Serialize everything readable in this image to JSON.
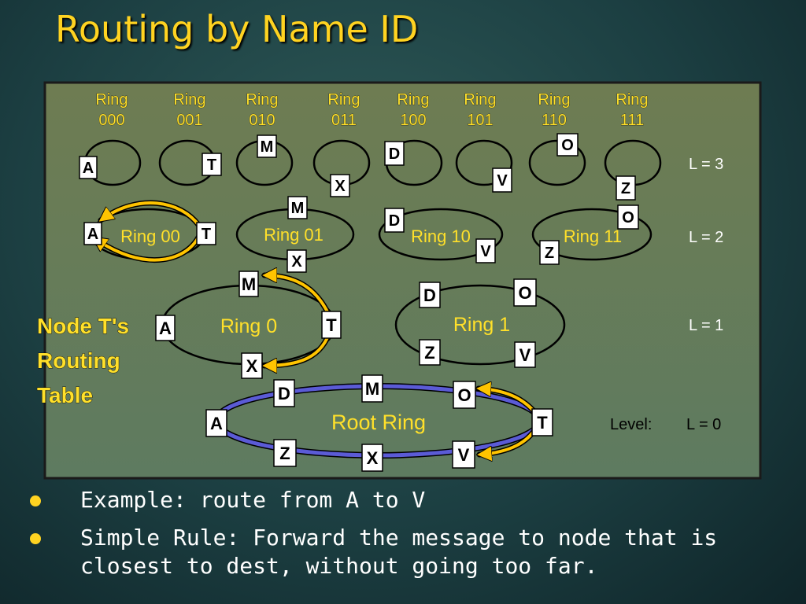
{
  "title": "Routing by Name ID",
  "level3_rings": [
    {
      "label_line1": "Ring",
      "label_line2": "000"
    },
    {
      "label_line1": "Ring",
      "label_line2": "001"
    },
    {
      "label_line1": "Ring",
      "label_line2": "010"
    },
    {
      "label_line1": "Ring",
      "label_line2": "011"
    },
    {
      "label_line1": "Ring",
      "label_line2": "100"
    },
    {
      "label_line1": "Ring",
      "label_line2": "101"
    },
    {
      "label_line1": "Ring",
      "label_line2": "110"
    },
    {
      "label_line1": "Ring",
      "label_line2": "111"
    }
  ],
  "level2_rings": [
    "Ring 00",
    "Ring 01",
    "Ring 10",
    "Ring 11"
  ],
  "level1_rings": [
    "Ring 0",
    "Ring 1"
  ],
  "root_ring": "Root Ring",
  "levels": {
    "l3": "L = 3",
    "l2": "L = 2",
    "l1": "L = 1",
    "l0": "L = 0",
    "caption": "Level:"
  },
  "nodes": {
    "a": "A",
    "t": "T",
    "m": "M",
    "x": "X",
    "d": "D",
    "v": "V",
    "o": "O",
    "z": "Z"
  },
  "side_label": [
    "Node T's",
    "Routing",
    "Table"
  ],
  "bullets": [
    "Example: route from A to V",
    "Simple Rule: Forward the message to node that is closest to dest, without going too far."
  ],
  "colors": {
    "title": "#ffd321",
    "ring_label": "#ffe02a",
    "route_arrow": "#ffc400",
    "root_ring": "#5b5bd6",
    "panel": "#6b7a52"
  }
}
